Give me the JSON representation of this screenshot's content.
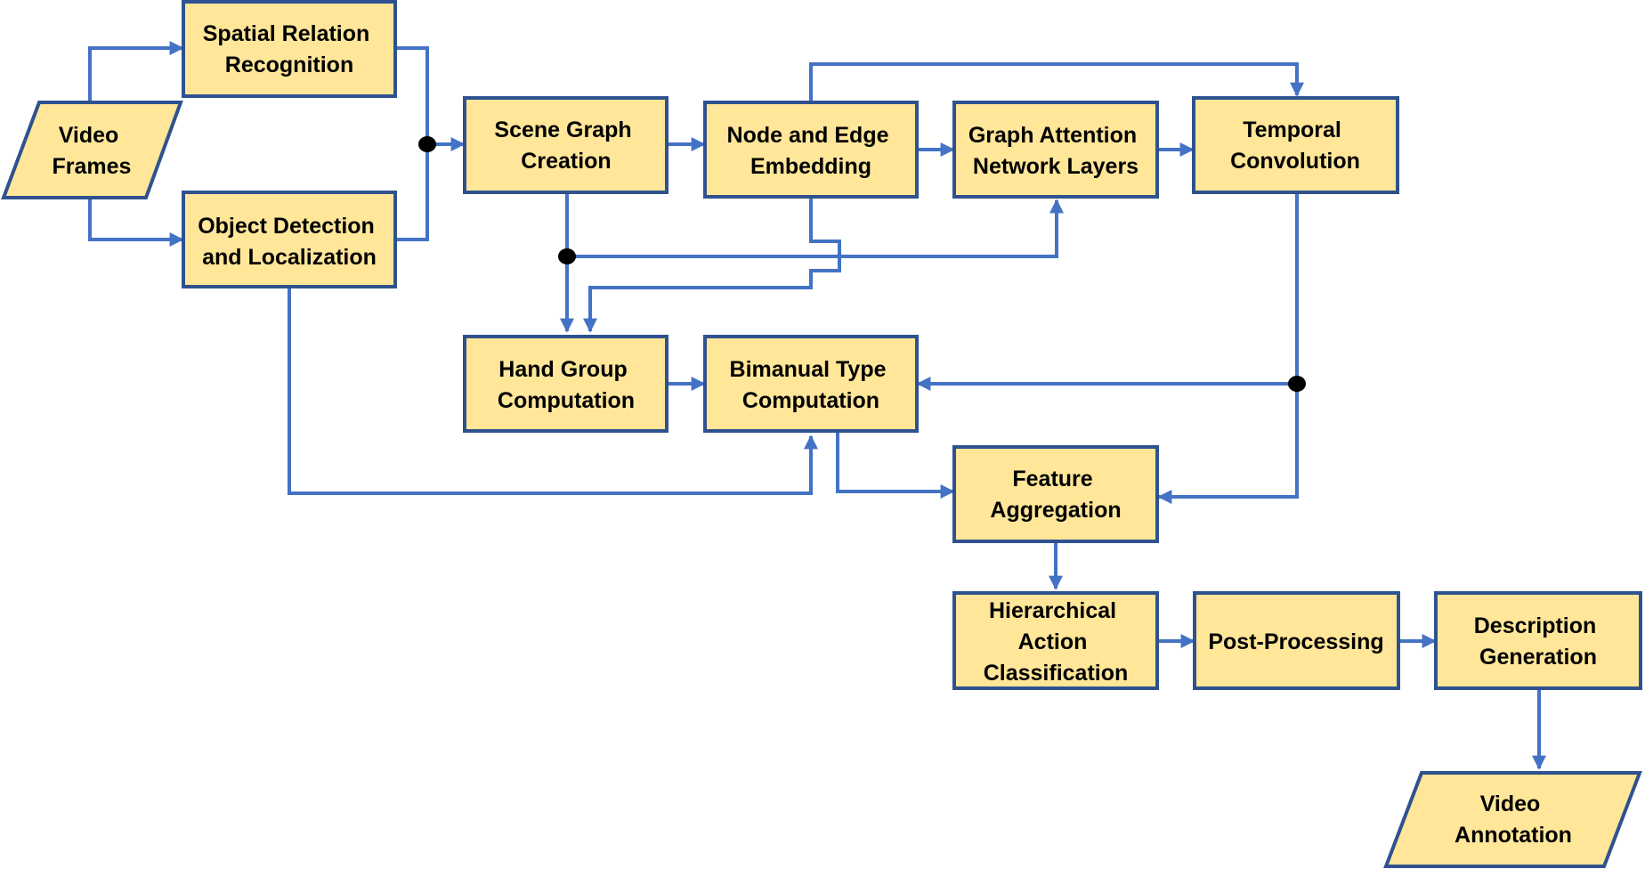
{
  "nodes": {
    "video_frames": {
      "lines": [
        "Video",
        "Frames"
      ]
    },
    "spatial_relation": {
      "lines": [
        "Spatial Relation",
        "Recognition"
      ]
    },
    "object_detection": {
      "lines": [
        "Object Detection",
        "and Localization"
      ]
    },
    "scene_graph": {
      "lines": [
        "Scene Graph",
        "Creation"
      ]
    },
    "node_edge": {
      "lines": [
        "Node and Edge",
        "Embedding"
      ]
    },
    "graph_attention": {
      "lines": [
        "Graph Attention",
        "Network Layers"
      ]
    },
    "temporal_conv": {
      "lines": [
        "Temporal",
        "Convolution"
      ]
    },
    "hand_group": {
      "lines": [
        "Hand Group",
        "Computation"
      ]
    },
    "bimanual": {
      "lines": [
        "Bimanual Type",
        "Computation"
      ]
    },
    "feature_agg": {
      "lines": [
        "Feature",
        "Aggregation"
      ]
    },
    "hierarchical": {
      "lines": [
        "Hierarchical",
        "Action",
        "Classification"
      ]
    },
    "post_processing": {
      "lines": [
        "Post-Processing"
      ]
    },
    "description": {
      "lines": [
        "Description",
        "Generation"
      ]
    },
    "video_annotation": {
      "lines": [
        "Video",
        "Annotation"
      ]
    }
  },
  "colors": {
    "box_fill": "#FFE699",
    "box_stroke": "#2F528F",
    "arrow": "#4472C4",
    "junction": "#000000"
  }
}
